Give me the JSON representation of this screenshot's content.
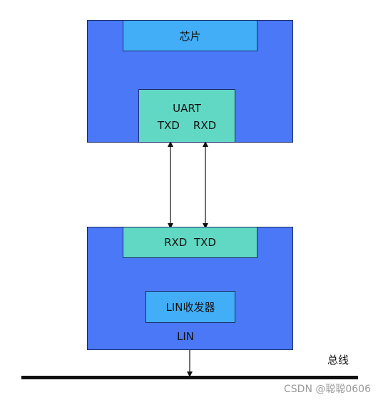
{
  "colors": {
    "outer_box": "#4a78f7",
    "header_box": "#42aef8",
    "teal_box": "#61d8c4",
    "line": "#111111"
  },
  "chip": {
    "title": "芯片",
    "uart": {
      "title": "UART",
      "pins": "TXD    RXD"
    }
  },
  "lin_module": {
    "header": "RXD  TXD",
    "transceiver": "LIN收发器",
    "pin": "LIN"
  },
  "bus": {
    "label": "总线"
  },
  "watermark": "CSDN @聪聪0606"
}
